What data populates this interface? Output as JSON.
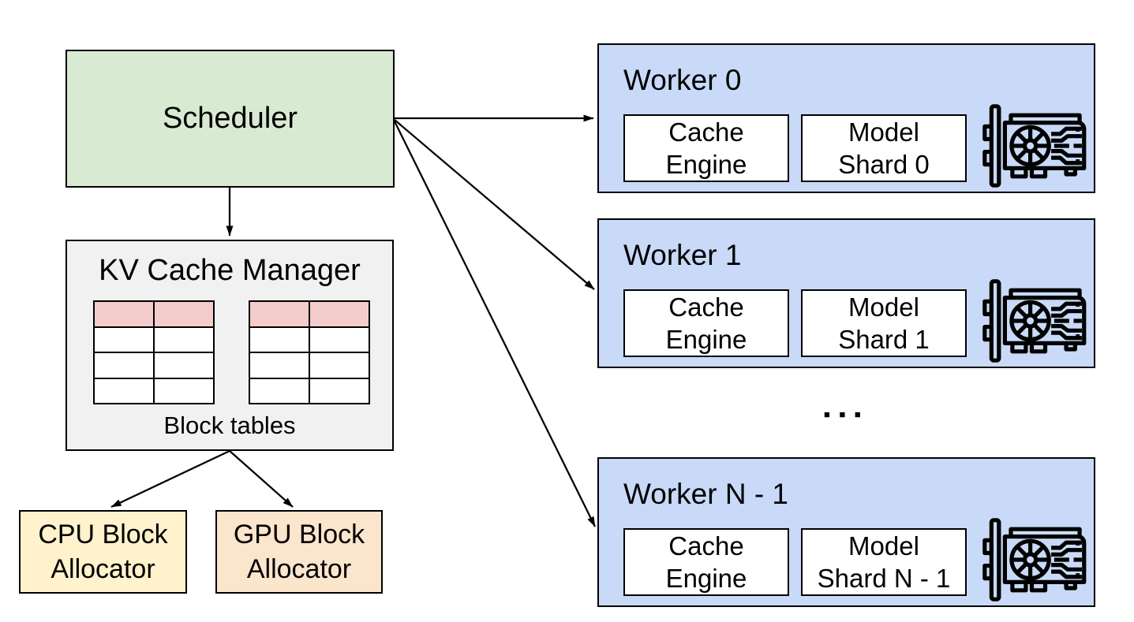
{
  "scheduler": {
    "label": "Scheduler"
  },
  "kv_cache_manager": {
    "title": "KV Cache Manager",
    "caption": "Block tables",
    "block_tables": {
      "tables": 2,
      "rows": 4,
      "columns": 2,
      "header_row_color": "#f4cccc"
    }
  },
  "allocators": {
    "cpu": {
      "line1": "CPU Block",
      "line2": "Allocator"
    },
    "gpu": {
      "line1": "GPU Block",
      "line2": "Allocator"
    }
  },
  "workers": [
    {
      "title": "Worker 0",
      "cache_engine": {
        "line1": "Cache",
        "line2": "Engine"
      },
      "model_shard": {
        "line1": "Model",
        "line2": "Shard 0"
      }
    },
    {
      "title": "Worker 1",
      "cache_engine": {
        "line1": "Cache",
        "line2": "Engine"
      },
      "model_shard": {
        "line1": "Model",
        "line2": "Shard 1"
      }
    },
    {
      "title": "Worker N - 1",
      "cache_engine": {
        "line1": "Cache",
        "line2": "Engine"
      },
      "model_shard": {
        "line1": "Model",
        "line2": "Shard N - 1"
      }
    }
  ],
  "ellipsis": "■ ■ ■",
  "connections": [
    {
      "from": "Scheduler",
      "to": "KV Cache Manager"
    },
    {
      "from": "Scheduler",
      "to": "Worker 0"
    },
    {
      "from": "Scheduler",
      "to": "Worker 1"
    },
    {
      "from": "Scheduler",
      "to": "Worker N - 1"
    },
    {
      "from": "KV Cache Manager",
      "to": "CPU Block Allocator"
    },
    {
      "from": "KV Cache Manager",
      "to": "GPU Block Allocator"
    }
  ],
  "colors": {
    "scheduler_fill": "#d9ead3",
    "kv_manager_fill": "#f1f1f1",
    "table_header_fill": "#f4cccc",
    "cpu_allocator_fill": "#fff2cc",
    "gpu_allocator_fill": "#fce5cd",
    "worker_fill": "#c9daf8",
    "line_color": "#000000",
    "background": "#ffffff"
  }
}
